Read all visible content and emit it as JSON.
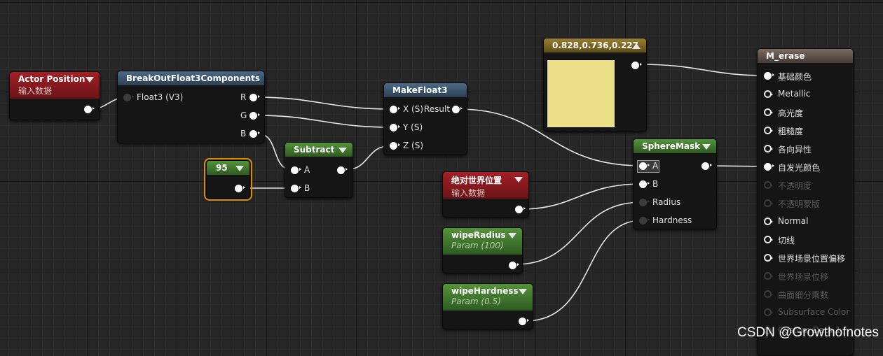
{
  "nodes": {
    "actor_position": {
      "title": "Actor Position",
      "subtitle": "输入数据"
    },
    "breakout": {
      "title": "BreakOutFloat3Components",
      "input": "Float3 (V3)",
      "outputs": [
        "R",
        "G",
        "B"
      ]
    },
    "constant": {
      "value": "95"
    },
    "subtract": {
      "title": "Subtract",
      "inputs": [
        "A",
        "B"
      ]
    },
    "makefloat3": {
      "title": "MakeFloat3",
      "inputs": [
        "X (S)",
        "Y (S)",
        "Z (S)"
      ],
      "output": "Result"
    },
    "color": {
      "title": "0.828,0.736,0.227",
      "swatch": "#ebdf87"
    },
    "absolute_world_position": {
      "title": "绝对世界位置",
      "subtitle": "输入数据"
    },
    "wipe_radius": {
      "title": "wipeRadius",
      "subtitle": "Param (100)"
    },
    "wipe_hardness": {
      "title": "wipeHardness",
      "subtitle": "Param (0.5)"
    },
    "spheremask": {
      "title": "SphereMask",
      "inputs": [
        "A",
        "B",
        "Radius",
        "Hardness"
      ]
    },
    "material": {
      "title": "M_erase",
      "pins": [
        {
          "label": "基础颜色",
          "state": "connected"
        },
        {
          "label": "Metallic",
          "state": "active"
        },
        {
          "label": "高光度",
          "state": "active"
        },
        {
          "label": "粗糙度",
          "state": "active"
        },
        {
          "label": "各向异性",
          "state": "active"
        },
        {
          "label": "自发光颜色",
          "state": "connected"
        },
        {
          "label": "不透明度",
          "state": "disabled"
        },
        {
          "label": "不透明蒙版",
          "state": "disabled"
        },
        {
          "label": "Normal",
          "state": "active"
        },
        {
          "label": "切线",
          "state": "active"
        },
        {
          "label": "世界场景位置偏移",
          "state": "active"
        },
        {
          "label": "世界场景位移",
          "state": "disabled"
        },
        {
          "label": "曲面细分乘数",
          "state": "disabled"
        },
        {
          "label": "Subsurface Color",
          "state": "disabled"
        },
        {
          "label": "Custom Data 1",
          "state": "disabled"
        }
      ]
    }
  },
  "watermark": "CSDN @Growthofnotes",
  "colors": {
    "header_red": "#a32026",
    "header_blue": "#4b6a86",
    "header_green": "#55933b",
    "header_gold": "#9a7f2d",
    "selection": "#e08a00"
  }
}
